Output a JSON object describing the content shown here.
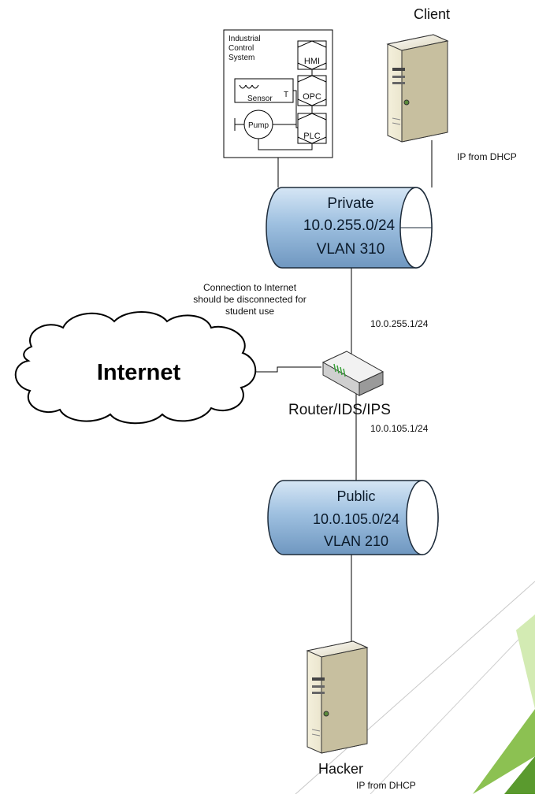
{
  "nodes": {
    "client": {
      "label": "Client",
      "ip_note": "IP from DHCP"
    },
    "hacker": {
      "label": "Hacker",
      "ip_note": "IP from DHCP"
    },
    "router": {
      "label": "Router/IDS/IPS",
      "ip_private": "10.0.255.1/24",
      "ip_public": "10.0.105.1/24"
    },
    "internet": {
      "label": "Internet"
    },
    "ics": {
      "title_lines": [
        "Industrial",
        "Control",
        "System"
      ],
      "hmi": "HMI",
      "opc": "OPC",
      "plc": "PLC",
      "sensor": "Sensor",
      "sensor_t": "T",
      "pump": "Pump"
    }
  },
  "segments": {
    "private": {
      "name": "Private",
      "subnet": "10.0.255.0/24",
      "vlan": "VLAN 310"
    },
    "public": {
      "name": "Public",
      "subnet": "10.0.105.0/24",
      "vlan": "VLAN 210"
    }
  },
  "notes": {
    "internet_warning": [
      "Connection to Internet",
      "should be disconnected for",
      "student use"
    ]
  },
  "colors": {
    "segment_fill": "#9ec0e0",
    "segment_stroke": "#1d2b3a",
    "accent_green": "#7ab648",
    "accent_green_light": "#c9e3a6"
  }
}
